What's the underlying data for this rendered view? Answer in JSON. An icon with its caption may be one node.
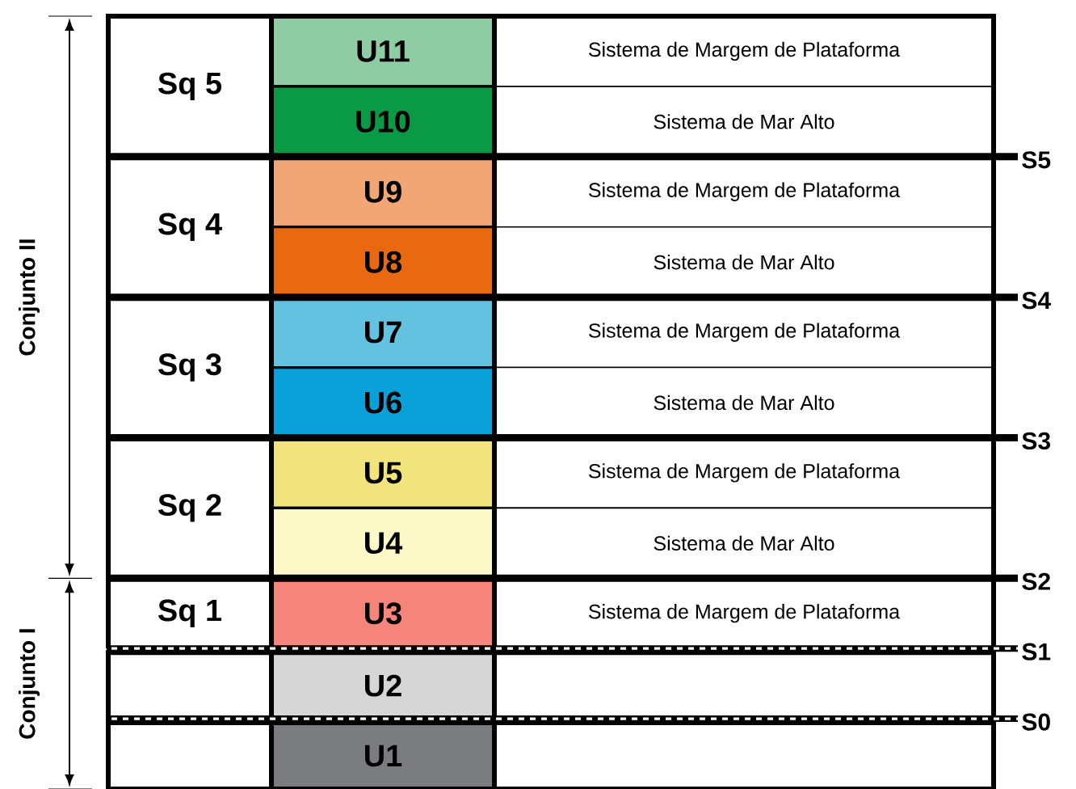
{
  "diagram": {
    "nodes": [
      {
        "text": [
          "Sq 5"
        ]
      },
      {
        "text": [
          "U11"
        ]
      },
      {
        "text": [
          "Sistema de Margem de Plataforma"
        ]
      },
      {
        "text": [
          "U10"
        ]
      },
      {
        "text": [
          "Sistema de Mar Alto"
        ]
      },
      {
        "text": [
          "Sq 4"
        ]
      },
      {
        "text": [
          "U9"
        ]
      },
      {
        "text": [
          "Sistema de Margem de Plataforma"
        ]
      },
      {
        "text": [
          "U8"
        ]
      },
      {
        "text": [
          "Sistema de Mar Alto"
        ]
      },
      {
        "text": [
          "Sq 3"
        ]
      },
      {
        "text": [
          "U7"
        ]
      },
      {
        "text": [
          "Sistema de Margem de Plataforma"
        ]
      },
      {
        "text": [
          "U6"
        ]
      },
      {
        "text": [
          "Sistema de Mar Alto"
        ]
      },
      {
        "text": [
          "Sq 2"
        ]
      },
      {
        "text": [
          "U5"
        ]
      },
      {
        "text": [
          "Sistema de Margem de Plataforma"
        ]
      },
      {
        "text": [
          "U4"
        ]
      },
      {
        "text": [
          "Sistema de Mar Alto"
        ]
      },
      {
        "text": [
          "Sq 1"
        ]
      },
      {
        "text": [
          "U3"
        ]
      },
      {
        "text": [
          "Sistema de Margem de Plataforma"
        ]
      },
      {
        "text": [],
        "shape": "box"
      },
      {
        "text": [
          "U2"
        ]
      },
      {
        "text": [],
        "shape": "box"
      },
      {
        "text": [],
        "shape": "box"
      },
      {
        "text": [
          "U1"
        ]
      },
      {
        "text": [],
        "shape": "box"
      }
    ],
    "labels": [
      "Conjunto II",
      "S5",
      "S4",
      "S3",
      "S2",
      "Conjunto I",
      "S1",
      "S0"
    ]
  }
}
